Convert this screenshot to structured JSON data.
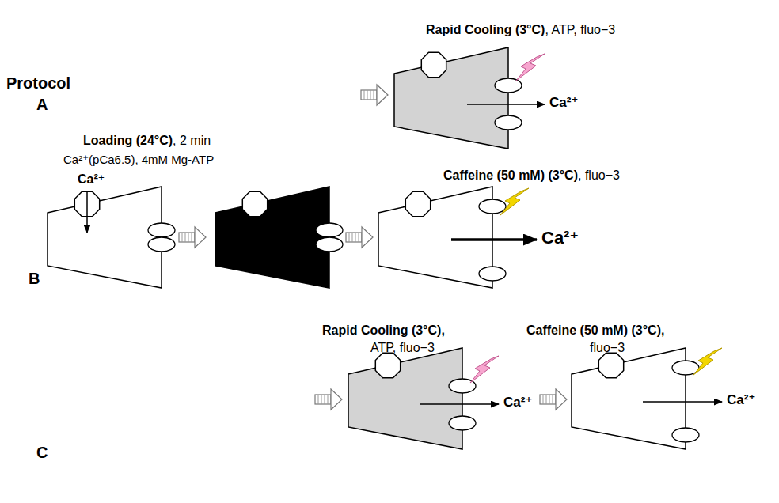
{
  "diagram": {
    "labels": [
      "Protocol",
      "A",
      "Rapid Cooling (3°C)",
      ", ATP, fluo−3",
      "Ca²⁺",
      "B",
      "Loading (24°C)",
      ", 2 min",
      "Ca²⁺(pCa6.5), 4mM Mg-ATP",
      "Ca²⁺",
      "Caffeine (50 mM) (3°C)",
      ", fluo−3",
      "Ca²⁺",
      "C",
      "Rapid Cooling (3°C),",
      "ATP, fluo−3",
      "Ca²⁺",
      "Caffeine (50 mM) (3°C),",
      "fluo−3",
      "Ca²⁺"
    ]
  }
}
